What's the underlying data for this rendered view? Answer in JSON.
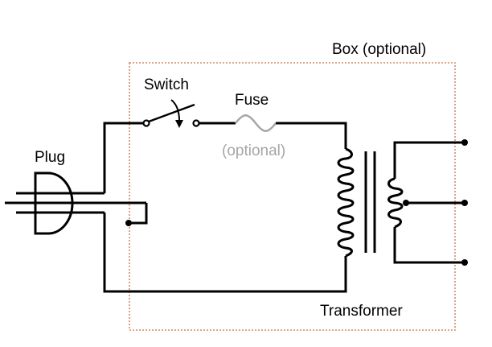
{
  "diagram": {
    "title": "Transformer circuit with plug, switch, fuse and box",
    "labels": {
      "box": "Box (optional)",
      "switch": "Switch",
      "fuse": "Fuse",
      "fuse_note": "(optional)",
      "plug": "Plug",
      "transformer": "Transformer"
    },
    "components": [
      {
        "id": "plug",
        "type": "three-prong plug"
      },
      {
        "id": "switch",
        "type": "SPST switch"
      },
      {
        "id": "fuse",
        "type": "fuse",
        "optional": true
      },
      {
        "id": "transformer",
        "type": "center-tapped transformer",
        "primary_turns": 11,
        "secondary_turns": 4,
        "core_lines": 2
      },
      {
        "id": "box",
        "type": "enclosure",
        "optional": true
      },
      {
        "id": "outputs",
        "type": "terminals",
        "count": 3
      }
    ],
    "colors": {
      "wire": "#000000",
      "box_border": "#d08a6a",
      "optional_fuse": "#a6a6a6"
    }
  }
}
